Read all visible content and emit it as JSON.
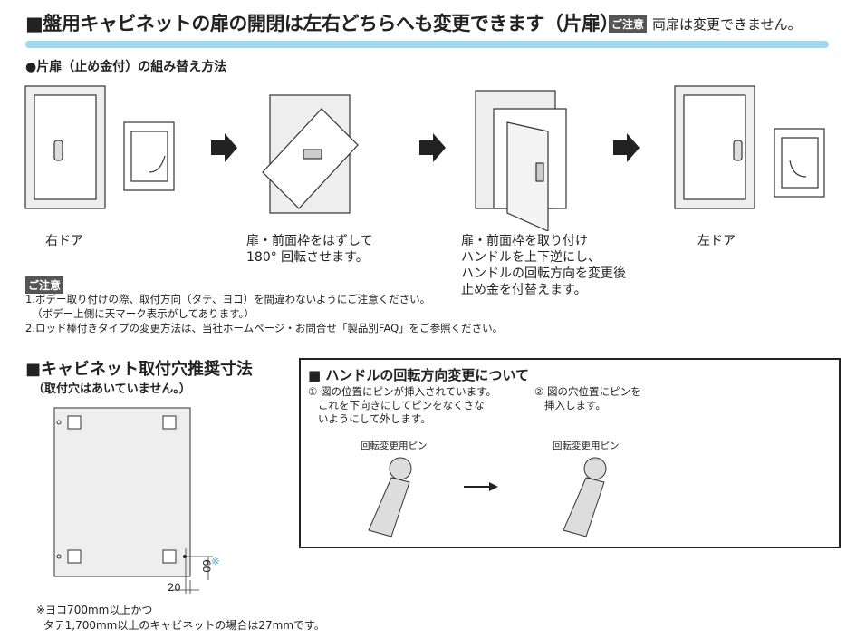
{
  "title": "■盤用キャビネットの扉の開閉は左右どちらへも変更できます（片扉）",
  "title_note": {
    "tag": "ご注意",
    "text": "両扉は変更できません。"
  },
  "section1": {
    "subtitle": "●片扉（止め金付）の組み替え方法",
    "steps": [
      {
        "caption": "右ドア"
      },
      {
        "caption": "扉・前面枠をはずして\n180° 回転させます。"
      },
      {
        "caption": "扉・前面枠を取り付け\nハンドルを上下逆にし、\nハンドルの回転方向を変更後\n止め金を付替えます。"
      },
      {
        "caption": "左ドア"
      }
    ],
    "caution_tag": "ご注意",
    "notes": "1.ボデー取り付けの際、取付方向（タテ、ヨコ）を間違わないようにご注意ください。\n  （ボデー上側に天マーク表示がしてあります。）\n2.ロッド棒付きタイプの変更方法は、当社ホームページ・お問合せ「製品別FAQ」をご参照ください。"
  },
  "section2": {
    "title": "■キャビネット取付穴推奨寸法",
    "subtitle": "（取付穴はあいていません。）",
    "dim_vertical": "60",
    "dim_horizontal": "20",
    "mark": "※",
    "footnote": "※ヨコ700mm以上かつ\n  タテ1,700mm以上のキャビネットの場合は27mmです。"
  },
  "handle_box": {
    "title": "■ ハンドルの回転方向変更について",
    "step1": "① 図の位置にピンが挿入されています。\n   これを下向きにしてピンをなくさな\n   いようにして外します。",
    "step2": "② 図の穴位置にピンを\n   挿入します。",
    "pin_label_1": "回転変更用ピン",
    "pin_label_2": "回転変更用ピン"
  },
  "colors": {
    "accent_bar": "#9fd8f2",
    "tag_bg": "#555555",
    "mark": "#4aa8e0"
  }
}
